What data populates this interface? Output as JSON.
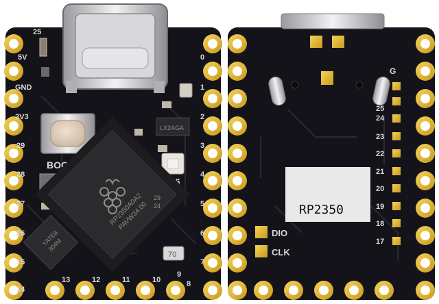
{
  "colors": {
    "pcb": "#15131a",
    "pcb_edge": "#2a2830",
    "gold": "#e8bc33",
    "gold_dark": "#b8901c",
    "silk": "#d9d9d9",
    "metal": "#c9c9cc",
    "chip": "#2b2b2e"
  },
  "front": {
    "left_pins": [
      "25",
      "5V",
      "GND",
      "3V3",
      "29",
      "28",
      "27",
      "26",
      "15",
      "14"
    ],
    "right_pins": [
      "0",
      "1",
      "2",
      "3",
      "4",
      "5",
      "6",
      "7"
    ],
    "bottom_pins": [
      "13",
      "12",
      "11",
      "10",
      "9",
      "8"
    ],
    "pin_16": "16",
    "boot_label": "BOOT",
    "regulator_text": "LX2AGA",
    "mcu_lines": [
      "RP2350A0A2",
      "PAVW34.00",
      "29",
      "24"
    ],
    "flash_lines": [
      "YATE8",
      "304M"
    ],
    "small_chip_text": "70"
  },
  "back": {
    "g_label": "G",
    "pad_numbers": [
      "25",
      "24",
      "23",
      "22",
      "21",
      "20",
      "19",
      "18",
      "17"
    ],
    "sticker_text": "RP2350",
    "dio_label": "DIO",
    "clk_label": "CLK"
  }
}
